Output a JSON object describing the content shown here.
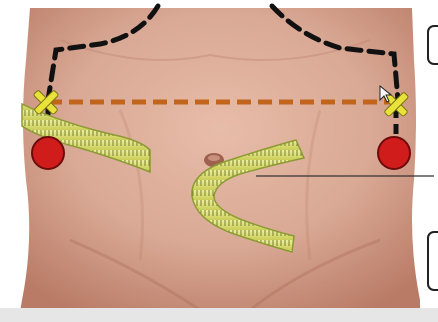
{
  "image": {
    "subject": "torso-waist-measurement",
    "background_color": "#ffffff",
    "bottom_bar_color": "#e6e6e6",
    "skin_color": "#d9a995",
    "skin_shadow_color": "#b97b66",
    "tape_color": "#dfe27a",
    "tape_edge_color": "#8d9a34",
    "tape_tick_color": "#5a6320",
    "outline_dash_color": "#111111",
    "waist_line_color": "#c0651b",
    "landmark_marker_color": "#e8e23a",
    "landmark_dot_color": "#d11c1c",
    "pointer_line_color": "#333333"
  },
  "markers": {
    "left": {
      "icon": "x-cross-icon",
      "dot": "red-dot-icon"
    },
    "right": {
      "icon": "x-cross-icon",
      "dot": "red-dot-icon"
    }
  },
  "callouts": {
    "icons": [
      "callout-box-top-right",
      "callout-box-bottom-right"
    ]
  },
  "cursor": {
    "icon": "mouse-pointer-icon"
  }
}
